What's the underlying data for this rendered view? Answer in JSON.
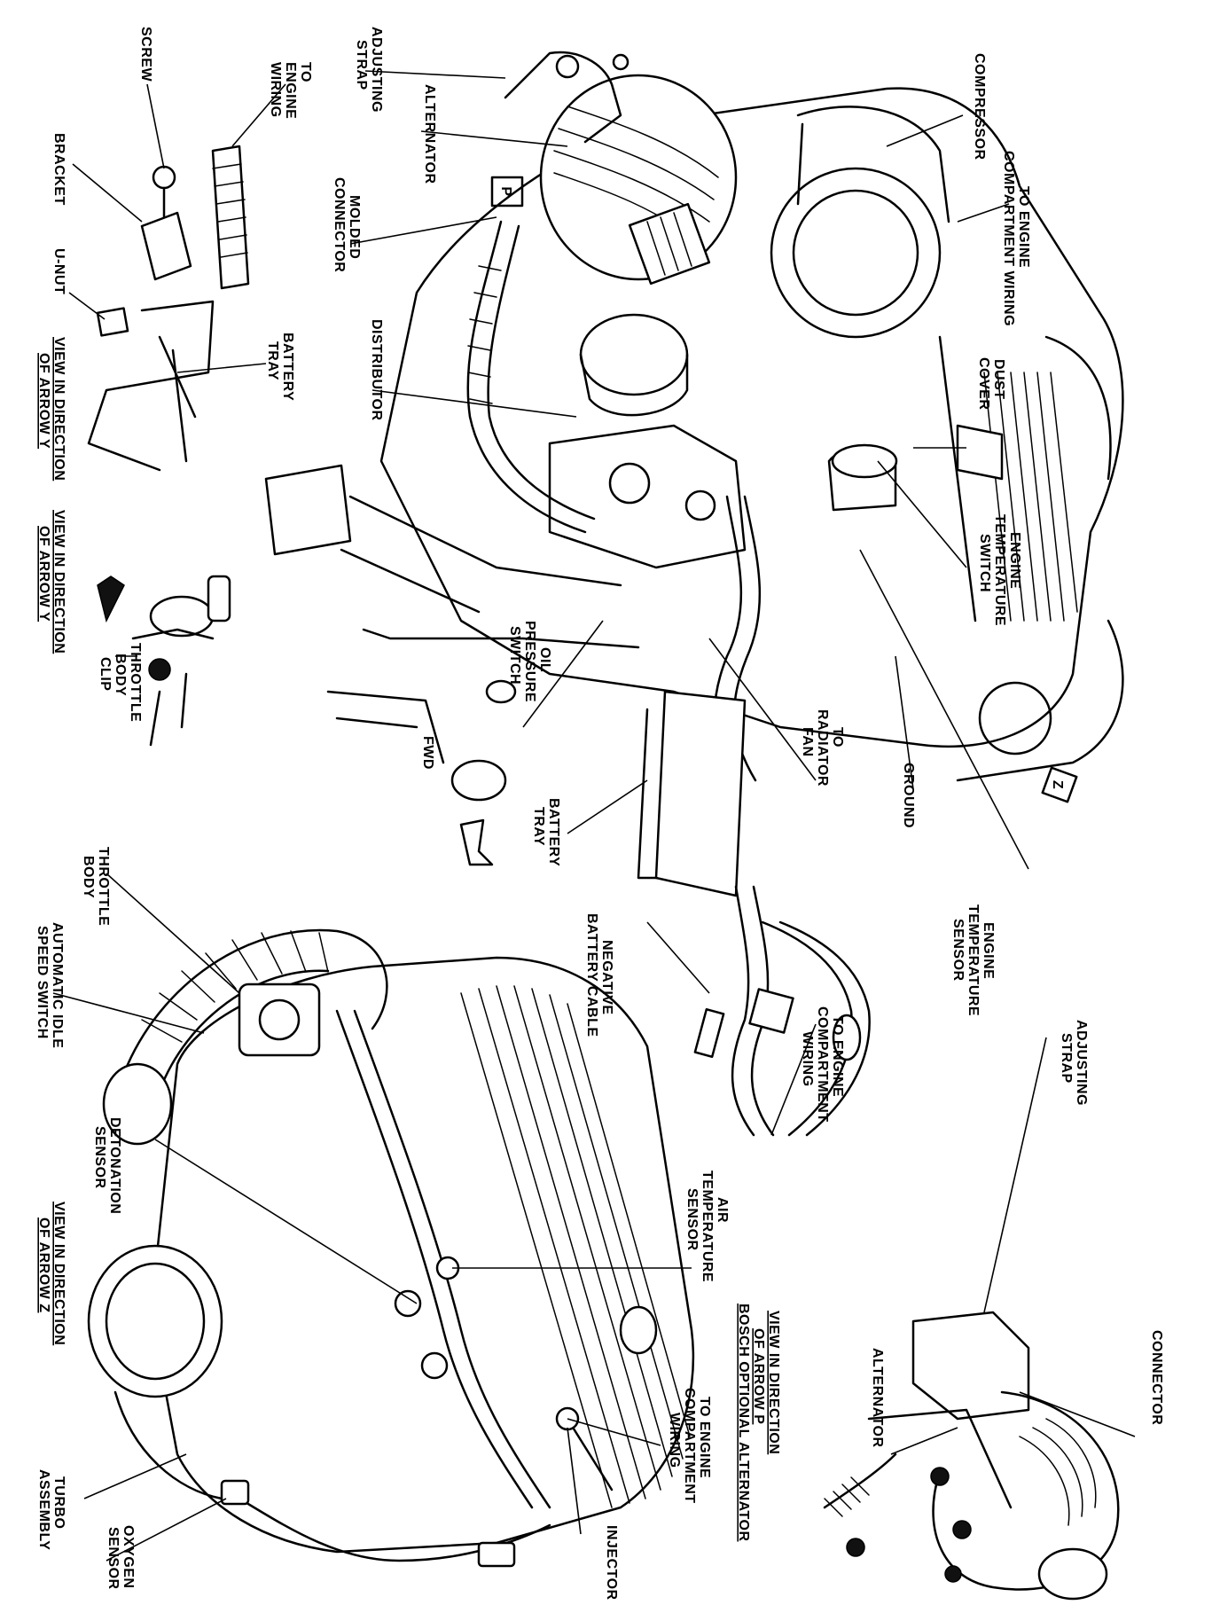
{
  "labels": {
    "to_engine_wiring": [
      "TO",
      "ENGINE",
      "WIRING"
    ],
    "screw": "SCREW",
    "bracket": "BRACKET",
    "u_nut": "U-NUT",
    "view_arrow_y_battery": [
      "VIEW IN DIRECTION",
      "OF ARROW Y"
    ],
    "view_arrow_y_throttle": [
      "VIEW IN DIRECTION",
      "OF ARROW Y"
    ],
    "adjusting_strap_top": [
      "ADJUSTING",
      "STRAP"
    ],
    "alternator_top": "ALTERNATOR",
    "molded_connector": [
      "MOLDED",
      "CONNECTOR"
    ],
    "distributor": "DISTRIBUTOR",
    "battery_tray_top": [
      "BATTERY",
      "TRAY"
    ],
    "throttle_body_clip": [
      "THROTTLE",
      "BODY",
      "CLIP"
    ],
    "oil_pressure_switch": [
      "OIL",
      "PRESSURE",
      "SWITCH"
    ],
    "fwd": "FWD",
    "compressor": "COMPRESSOR",
    "to_engine_compartment_wiring_top": [
      "TO ENGINE",
      "COMPARTMENT WIRING"
    ],
    "dust_cover": [
      "DUST",
      "COVER"
    ],
    "engine_temperature_switch": [
      "ENGINE",
      "TEMPERATURE",
      "SWITCH"
    ],
    "to_radiator_fan": [
      "TO",
      "RADIATOR",
      "FAN"
    ],
    "ground": "GROUND",
    "engine_temperature_sensor": [
      "ENGINE",
      "TEMPERATURE",
      "SENSOR"
    ],
    "battery_tray_mid": [
      "BATTERY",
      "TRAY"
    ],
    "negative_battery_cable": [
      "NEGATIVE",
      "BATTERY CABLE"
    ],
    "to_engine_compartment_wiring_mid": [
      "TO ENGINE",
      "COMPARTMENT",
      "WIRING"
    ],
    "adjusting_strap_bottom": [
      "ADJUSTING",
      "STRAP"
    ],
    "connector_bottom": "CONNECTOR",
    "alternator_bottom": "ALTERNATOR",
    "view_arrow_p": [
      "VIEW IN DIRECTION",
      "OF ARROW P",
      "BOSCH OPTIONAL ALTERNATOR"
    ],
    "throttle_body": [
      "THROTTLE",
      "BODY"
    ],
    "automatic_idle_speed_switch": [
      "AUTOMATIC IDLE",
      "SPEED SWITCH"
    ],
    "detonation_sensor": [
      "DETONATION",
      "SENSOR"
    ],
    "air_temperature_sensor": [
      "AIR",
      "TEMPERATURE",
      "SENSOR"
    ],
    "view_arrow_z": [
      "VIEW IN DIRECTION",
      "OF ARROW Z"
    ],
    "to_engine_compartment_wiring_bottom": [
      "TO ENGINE",
      "COMPARTMENT",
      "WIRING"
    ],
    "injector": "INJECTOR",
    "turbo_assembly": [
      "TURBO",
      "ASSEMBLY"
    ],
    "oxygen_sensor": [
      "OXYGEN",
      "SENSOR"
    ]
  },
  "arrow_marks": {
    "p": "P",
    "z": "Z"
  },
  "colors": {
    "ink": "#000000",
    "paper": "#ffffff"
  }
}
